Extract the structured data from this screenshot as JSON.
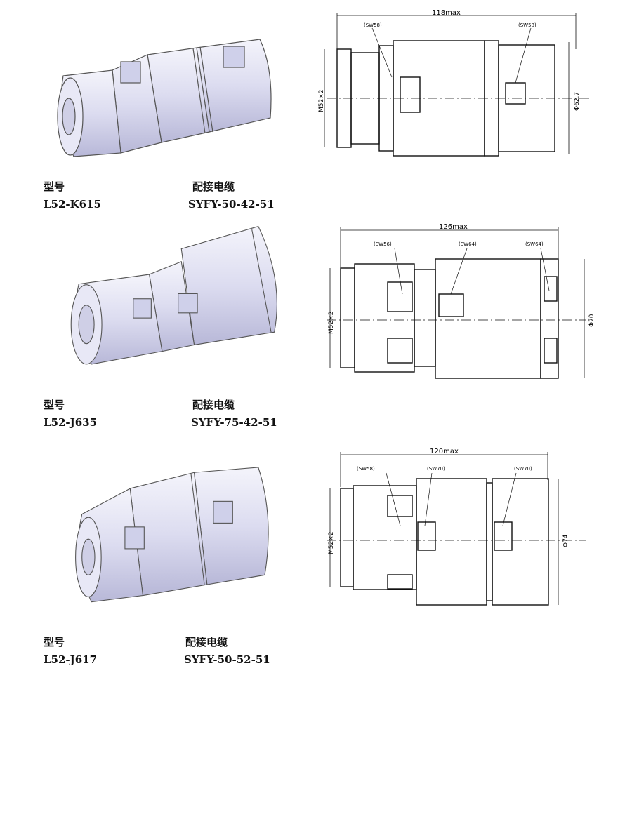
{
  "products": [
    {
      "model_label": "型号",
      "model": "L52-K615",
      "cable_label": "配接电缆",
      "cable": "SYFY-50-42-51",
      "drawing": {
        "overall": "118max",
        "thread": "M52×2",
        "diameter": "Φ62.7",
        "wrench_sizes": [
          "(SW58)",
          "(SW58)"
        ]
      }
    },
    {
      "model_label": "型号",
      "model": "L52-J635",
      "cable_label": "配接电缆",
      "cable": "SYFY-75-42-51",
      "drawing": {
        "overall": "126max",
        "thread": "M52×2",
        "diameter": "Φ70",
        "wrench_sizes": [
          "(SW56)",
          "(SW64)",
          "(SW64)"
        ]
      }
    },
    {
      "model_label": "型号",
      "model": "L52-J617",
      "cable_label": "配接电缆",
      "cable": "SYFY-50-52-51",
      "drawing": {
        "overall": "120max",
        "thread": "M52×2",
        "diameter": "Φ74",
        "wrench_sizes": [
          "(SW58)",
          "(SW70)",
          "(SW70)"
        ]
      }
    }
  ]
}
